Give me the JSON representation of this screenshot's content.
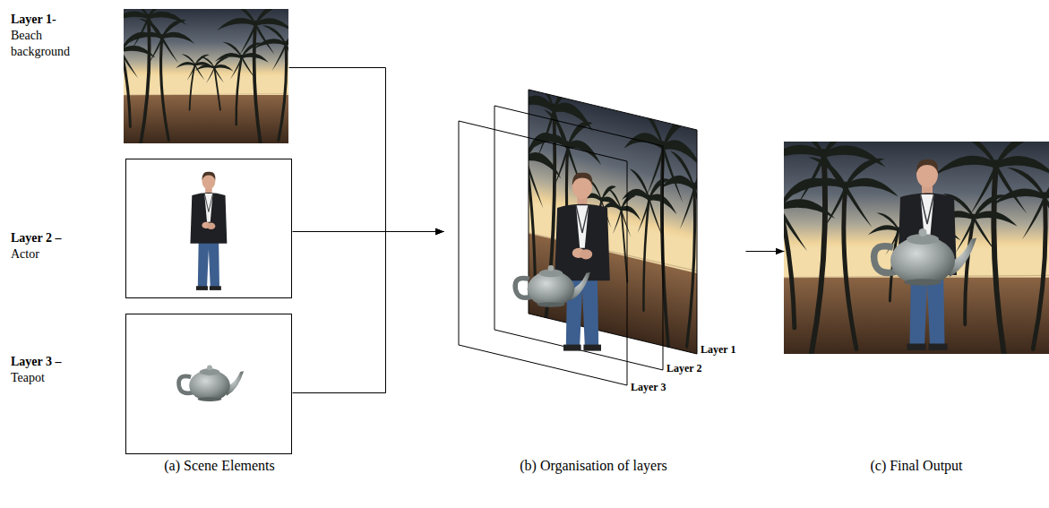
{
  "diagram": {
    "nodes": [
      {
        "text": [
          "Layer 1-",
          "Beach background"
        ]
      },
      {
        "text": [
          "Layer 2 –",
          "Actor"
        ]
      },
      {
        "text": [
          "Layer 3 –",
          "Teapot"
        ]
      },
      {
        "text": [
          "Layer 1",
          "Layer 2",
          "Layer 3",
          "(b) Organisation of layers"
        ]
      },
      {
        "text": [
          "(c) Final Output"
        ]
      }
    ],
    "edges": [
      {
        "from": 0,
        "to": 3,
        "arrow": "to"
      },
      {
        "from": 1,
        "to": 3,
        "arrow": "to"
      },
      {
        "from": 2,
        "to": 3,
        "arrow": "to"
      },
      {
        "from": 3,
        "to": 4,
        "arrow": "to"
      }
    ],
    "labels": [
      "(a) Scene Elements"
    ]
  }
}
